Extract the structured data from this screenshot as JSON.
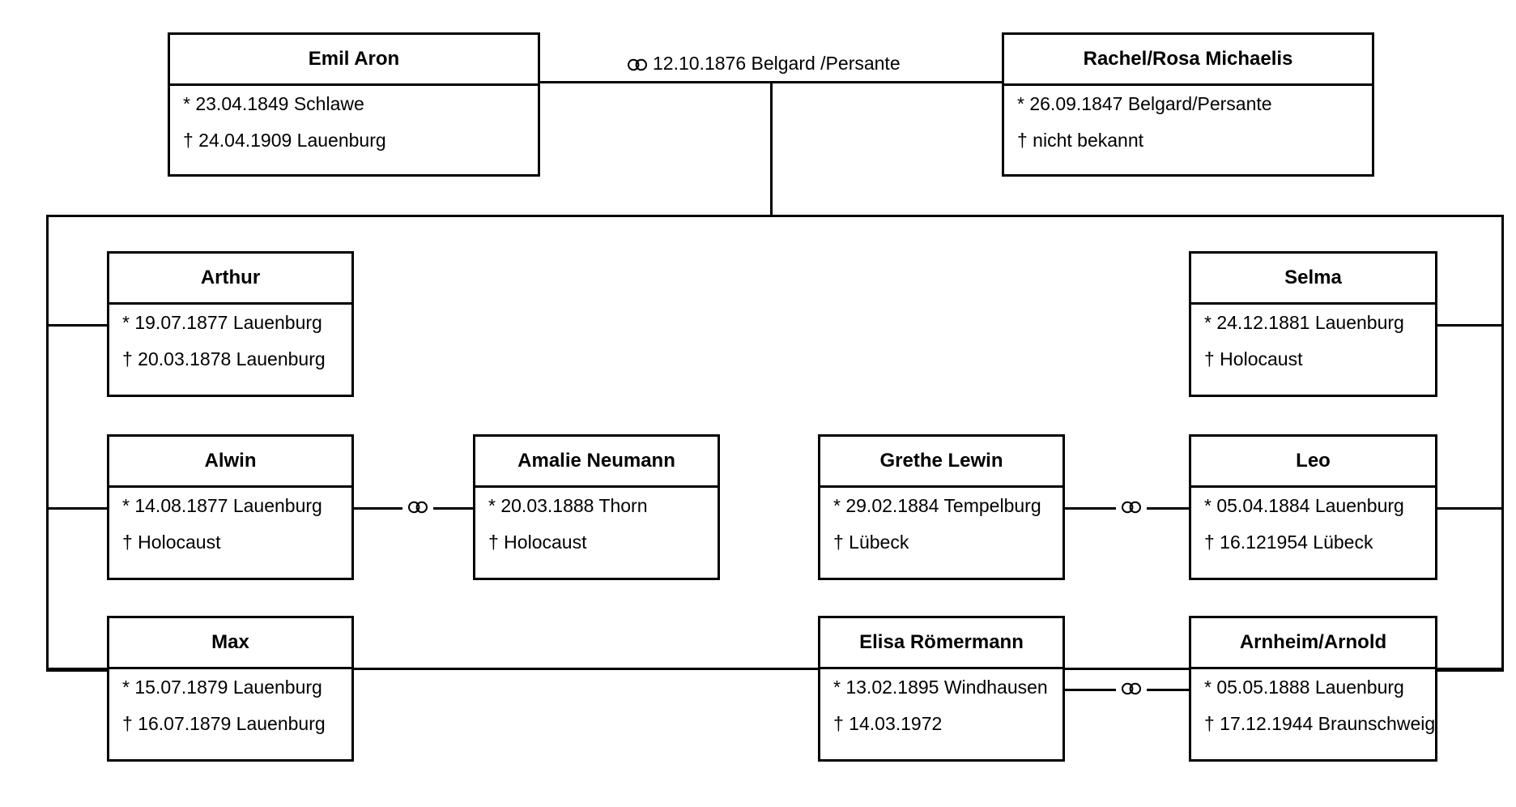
{
  "diagram": {
    "type": "genealogy-family-tree",
    "marriage_symbol_name": "marriage-rings-icon",
    "birth_symbol": "*",
    "death_symbol": "†",
    "line_color": "#000000",
    "background_color": "#ffffff",
    "text_color": "#000000"
  },
  "generation1": {
    "father": {
      "name": "Emil Aron",
      "birth": "* 23.04.1849 Schlawe",
      "death": "† 24.04.1909 Lauenburg"
    },
    "mother": {
      "name": "Rachel/Rosa Michaelis",
      "birth": "* 26.09.1847 Belgard/Persante",
      "death": "† nicht bekannt"
    },
    "marriage": {
      "symbol": "⚭",
      "text": "12.10.1876 Belgard /Persante"
    }
  },
  "generation2": {
    "children": [
      {
        "name": "Arthur",
        "birth": "* 19.07.1877 Lauenburg",
        "death": "† 20.03.1878 Lauenburg"
      },
      {
        "name": "Alwin",
        "birth": "* 14.08.1877 Lauenburg",
        "death": "† Holocaust"
      },
      {
        "name": "Max",
        "birth": "* 15.07.1879 Lauenburg",
        "death": "† 16.07.1879 Lauenburg"
      },
      {
        "name": "Selma",
        "birth": "* 24.12.1881 Lauenburg",
        "death": "† Holocaust"
      },
      {
        "name": "Leo",
        "birth": "* 05.04.1884 Lauenburg",
        "death": "† 16.121954 Lübeck"
      },
      {
        "name": "Arnheim/Arnold",
        "birth": "* 05.05.1888 Lauenburg",
        "death": "† 17.12.1944 Braunschweig"
      }
    ],
    "spouses": [
      {
        "name": "Amalie Neumann",
        "birth": "* 20.03.1888 Thorn",
        "death": "† Holocaust"
      },
      {
        "name": "Grethe Lewin",
        "birth": "* 29.02.1884 Tempelburg",
        "death": "† Lübeck"
      },
      {
        "name": "Elisa Römermann",
        "birth": "* 13.02.1895 Windhausen",
        "death": "† 14.03.1972"
      }
    ]
  }
}
